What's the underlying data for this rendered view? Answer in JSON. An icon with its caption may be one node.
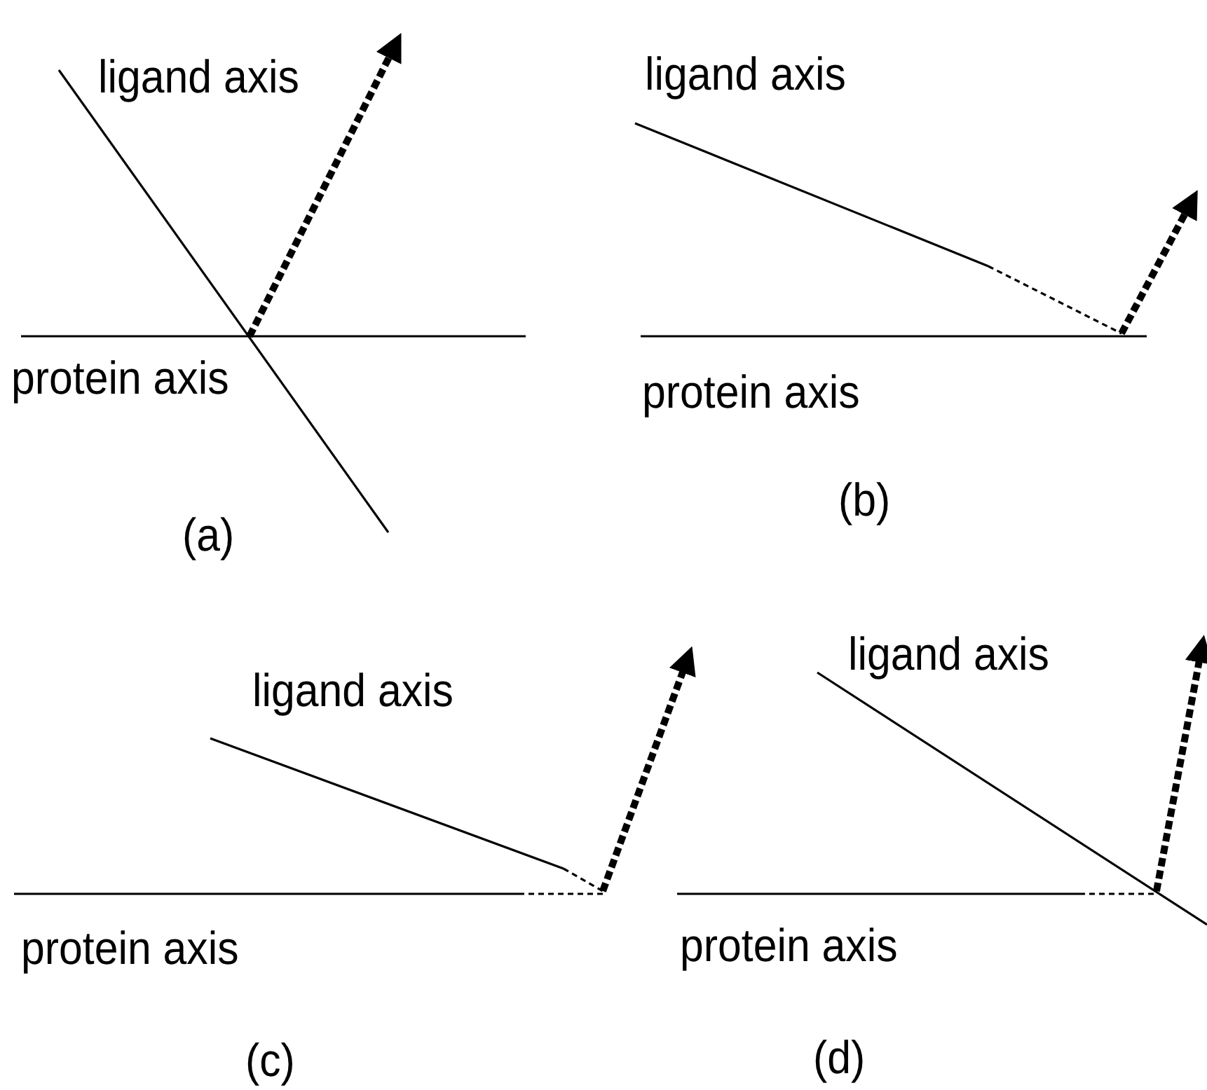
{
  "diagram": {
    "labels": [
      "ligand axis",
      "protein axis",
      "(a)",
      "ligand axis",
      "protein axis",
      "(b)",
      "ligand axis",
      "protein axis",
      "(c)",
      "ligand axis",
      "protein axis",
      "(d)"
    ]
  }
}
